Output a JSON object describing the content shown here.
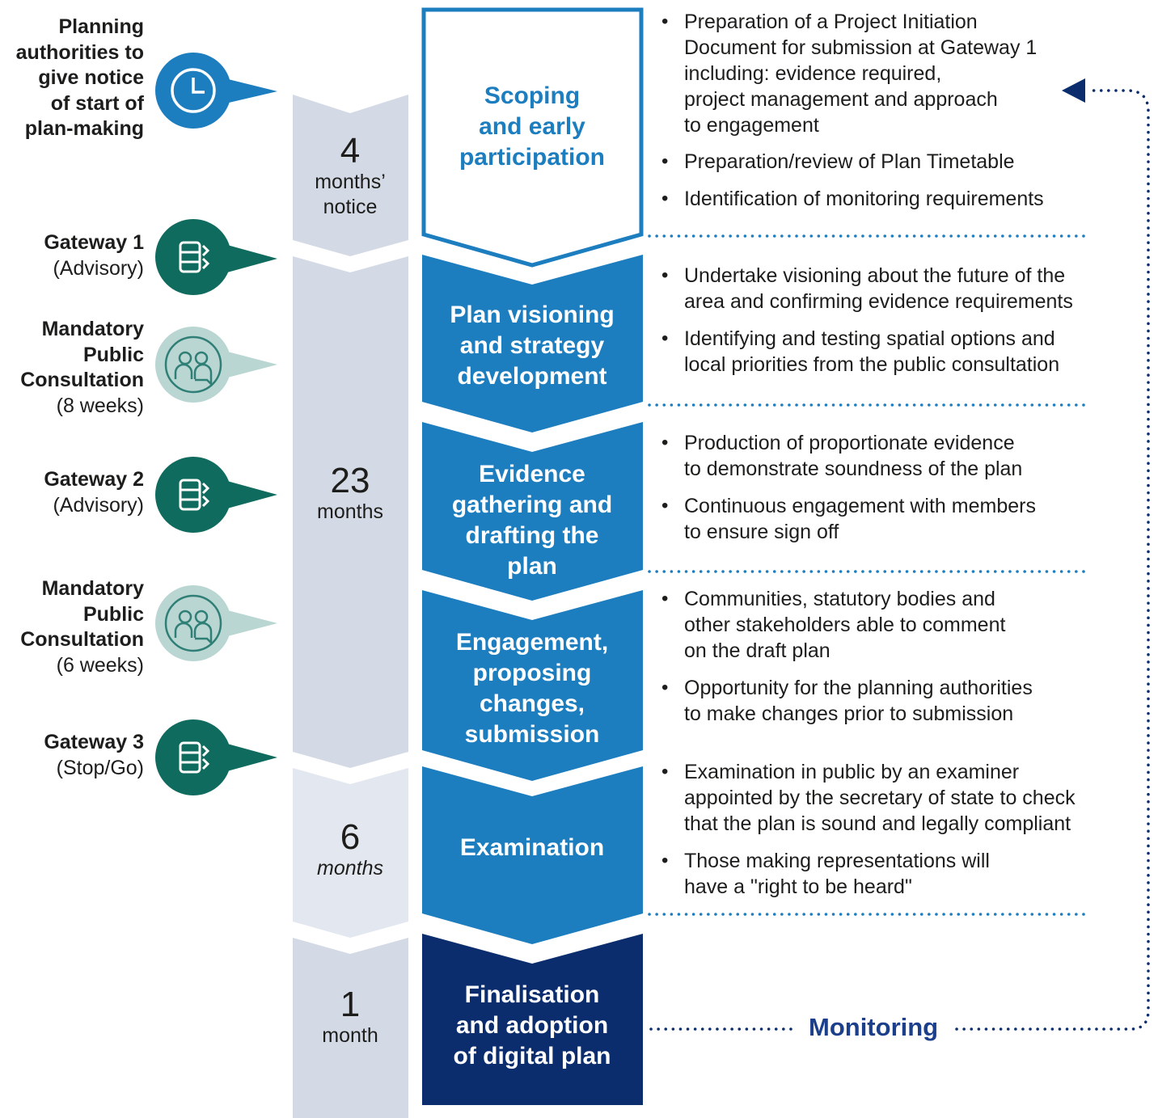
{
  "milestones": [
    {
      "bold": "Planning authorities to give notice of start of plan-making",
      "lines": [
        "Planning",
        "authorities to",
        "give notice",
        "of start of",
        "plan-making"
      ],
      "sub": "",
      "icon": "clock-icon"
    },
    {
      "bold": "Gateway 1",
      "lines": [
        "Gateway 1"
      ],
      "sub": "(Advisory)",
      "icon": "gateway-icon"
    },
    {
      "bold": "Mandatory Public Consultation",
      "lines": [
        "Mandatory",
        "Public",
        "Consultation"
      ],
      "sub": "(8 weeks)",
      "icon": "people-icon"
    },
    {
      "bold": "Gateway 2",
      "lines": [
        "Gateway 2"
      ],
      "sub": "(Advisory)",
      "icon": "gateway-icon"
    },
    {
      "bold": "Mandatory Public Consultation",
      "lines": [
        "Mandatory",
        "Public",
        "Consultation"
      ],
      "sub": "(6 weeks)",
      "icon": "people-icon"
    },
    {
      "bold": "Gateway 3",
      "lines": [
        "Gateway 3"
      ],
      "sub": "(Stop/Go)",
      "icon": "gateway-icon"
    }
  ],
  "durations": [
    {
      "number": "4",
      "unit_lines": [
        "months’",
        "notice"
      ],
      "italic": false
    },
    {
      "number": "23",
      "unit_lines": [
        "months"
      ],
      "italic": false
    },
    {
      "number": "6",
      "unit_lines": [
        "months"
      ],
      "italic": true
    },
    {
      "number": "1",
      "unit_lines": [
        "month"
      ],
      "italic": false
    }
  ],
  "stages": [
    {
      "lines": [
        "Scoping",
        "and early",
        "participation"
      ]
    },
    {
      "lines": [
        "Plan visioning",
        "and strategy",
        "development"
      ]
    },
    {
      "lines": [
        "Evidence",
        "gathering and",
        "drafting the",
        "plan"
      ]
    },
    {
      "lines": [
        "Engagement,",
        "proposing",
        "changes,",
        "submission"
      ]
    },
    {
      "lines": [
        "Examination"
      ]
    },
    {
      "lines": [
        "Finalisation",
        "and adoption",
        "of digital plan"
      ]
    }
  ],
  "activities": [
    [
      [
        "Preparation of a Project Initiation",
        "Document for submission at Gateway 1",
        "including: evidence required,",
        "project management and approach",
        "to engagement"
      ],
      [
        "Preparation/review of Plan Timetable"
      ],
      [
        "Identification of monitoring requirements"
      ]
    ],
    [
      [
        "Undertake visioning about the future of the",
        "area and confirming evidence requirements"
      ],
      [
        "Identifying and testing spatial options and",
        "local priorities from the public consultation"
      ]
    ],
    [
      [
        "Production of proportionate evidence",
        "to demonstrate soundness of the plan"
      ],
      [
        "Continuous engagement with members",
        "to ensure sign off"
      ]
    ],
    [
      [
        "Communities, statutory bodies and",
        "other stakeholders able to comment",
        "on the draft plan"
      ],
      [
        "Opportunity for the planning authorities",
        "to make changes prior to submission"
      ]
    ],
    [
      [
        "Examination in public by an examiner",
        "appointed by the secretary of state to check",
        "that the plan is sound and legally compliant"
      ],
      [
        "Those making representations will",
        "have a \"right to be heard\""
      ]
    ]
  ],
  "monitoring": {
    "label": "Monitoring"
  },
  "colors": {
    "stage_blue": "#1c7dbf",
    "stage_dark": "#0b2d6e",
    "duration_grey": "#d3d9e5",
    "duration_light": "#e3e7ef",
    "gateway_green": "#0f6b5e",
    "consultation_teal": "#b9d6d2",
    "clock_blue": "#1c7dbf",
    "monitoring_text": "#1c3f8c",
    "dots": "#1c7dbf"
  }
}
